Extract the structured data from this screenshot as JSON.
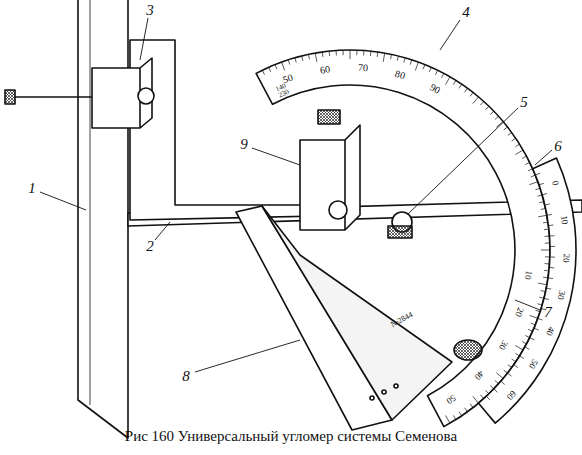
{
  "diagram": {
    "caption": "Рис 160 Универсальный угломер системы Семенова",
    "labels": [
      "1",
      "2",
      "3",
      "4",
      "5",
      "6",
      "7",
      "8",
      "9",
      "50",
      "60",
      "70",
      "80",
      "90",
      "10",
      "20",
      "30",
      "40",
      "50",
      "140",
      "230",
      "0",
      "10",
      "20",
      "30",
      "40",
      "50",
      "60",
      "№2844"
    ]
  }
}
